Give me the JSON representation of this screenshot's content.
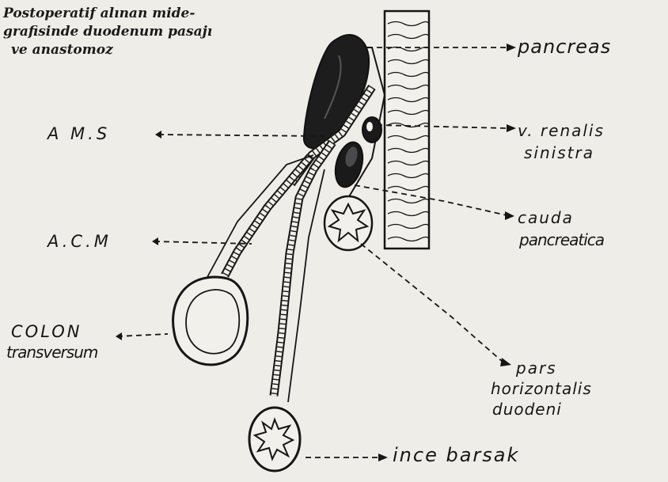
{
  "caption": {
    "line1": "Postoperatif alınan mide-",
    "line2": "grafisinde duodenum pasajı",
    "line3": "ve anastomoz"
  },
  "labels": {
    "pancreas": "pancreas",
    "ams": "A M.S",
    "v_renalis_1": "v. renalis",
    "v_renalis_2": "sinistra",
    "acm": "A.C.M",
    "cauda_1": "cauda",
    "cauda_2": "pancreatica",
    "colon_1": "COLON",
    "colon_2": "transversum",
    "pars_1": "pars",
    "pars_2": "horizontalis",
    "pars_3": "duodeni",
    "ince": "ince barsak"
  },
  "colors": {
    "ink": "#161616",
    "paper": "#efede8"
  }
}
